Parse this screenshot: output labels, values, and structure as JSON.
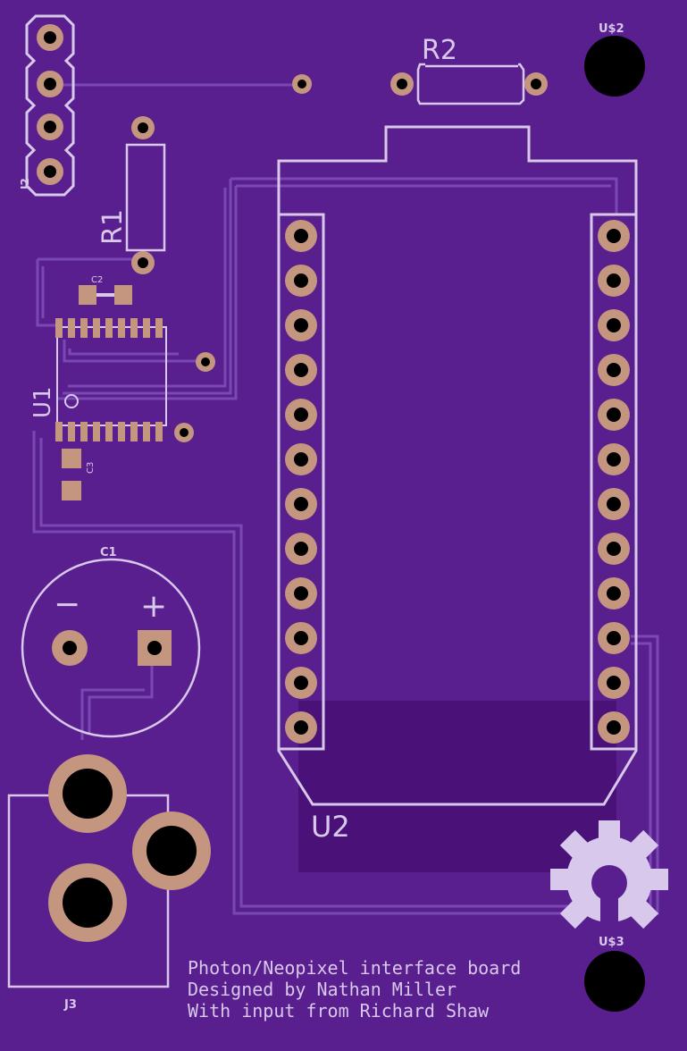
{
  "colors": {
    "board": "#5a1f8e",
    "trace": "#6a36a3",
    "pad": "#c4957f",
    "silk": "#d8c8ec",
    "hole": "#000000",
    "shade": "#4a1278"
  },
  "labels": {
    "j2": "J2",
    "r1": "R1",
    "r2": "R2",
    "c1": "C1",
    "c2": "C2",
    "c3": "C3",
    "u1": "U1",
    "u2": "U2",
    "j3": "J3",
    "us2": "U$2",
    "us3": "U$3",
    "c1_minus": "−",
    "c1_plus": "+"
  },
  "credits": {
    "line1": "Photon/Neopixel interface board",
    "line2": "Designed by Nathan Miller",
    "line3": "With input from Richard Shaw"
  },
  "icons": {
    "logo": "open-hardware-gear-icon"
  }
}
